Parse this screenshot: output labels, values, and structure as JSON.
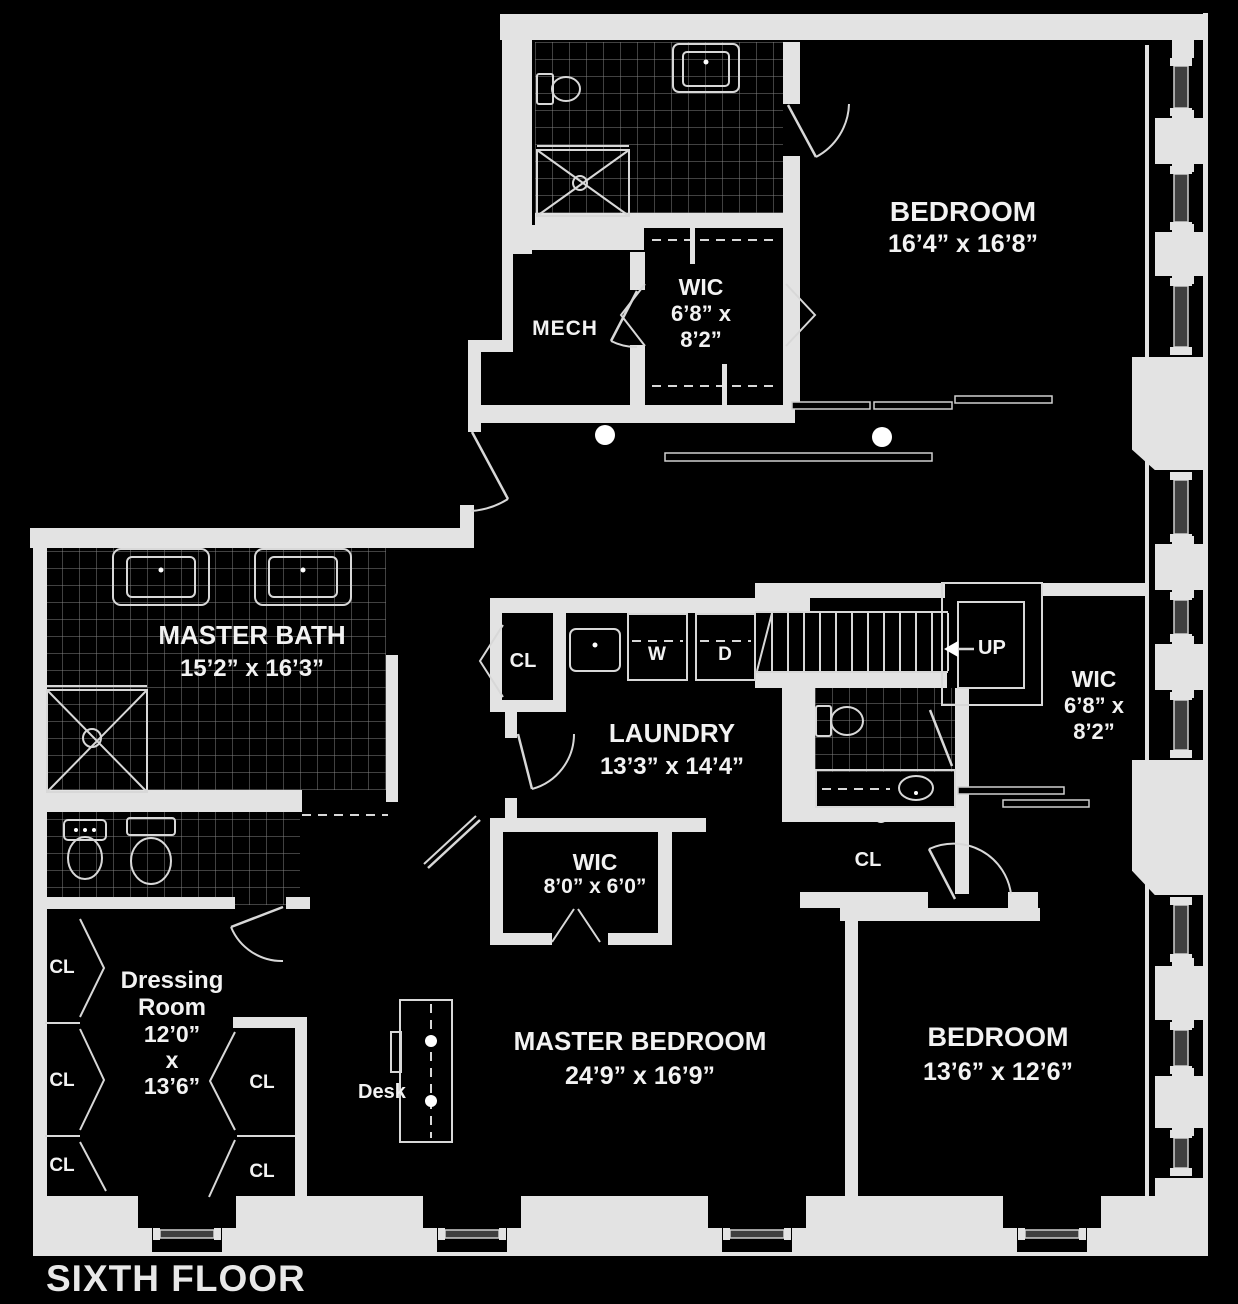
{
  "title": "SIXTH FLOOR",
  "labels": {
    "closet": "CL",
    "washer": "W",
    "dryer": "D",
    "up": "UP",
    "desk": "Desk",
    "mech": "MECH"
  },
  "rooms": {
    "bedroom_top": {
      "name": "BEDROOM",
      "dims": "16’4” x 16’8”"
    },
    "wic_top": {
      "name": "WIC",
      "dims1": "6’8” x",
      "dims2": "8’2”"
    },
    "master_bath": {
      "name": "MASTER BATH",
      "dims": "15’2” x 16’3”"
    },
    "laundry": {
      "name": "LAUNDRY",
      "dims": "13’3” x 14’4”"
    },
    "wic_right": {
      "name": "WIC",
      "dims1": "6’8” x",
      "dims2": "8’2”"
    },
    "wic_mid": {
      "name": "WIC",
      "dims": "8’0” x 6’0”"
    },
    "dressing": {
      "name1": "Dressing",
      "name2": "Room",
      "dims1": "12’0”",
      "dims2": "x",
      "dims3": "13’6”"
    },
    "master_bedroom": {
      "name": "MASTER BEDROOM",
      "dims": "24’9” x 16’9”"
    },
    "bedroom_bottom": {
      "name": "BEDROOM",
      "dims": "13’6” x 12’6”"
    }
  }
}
